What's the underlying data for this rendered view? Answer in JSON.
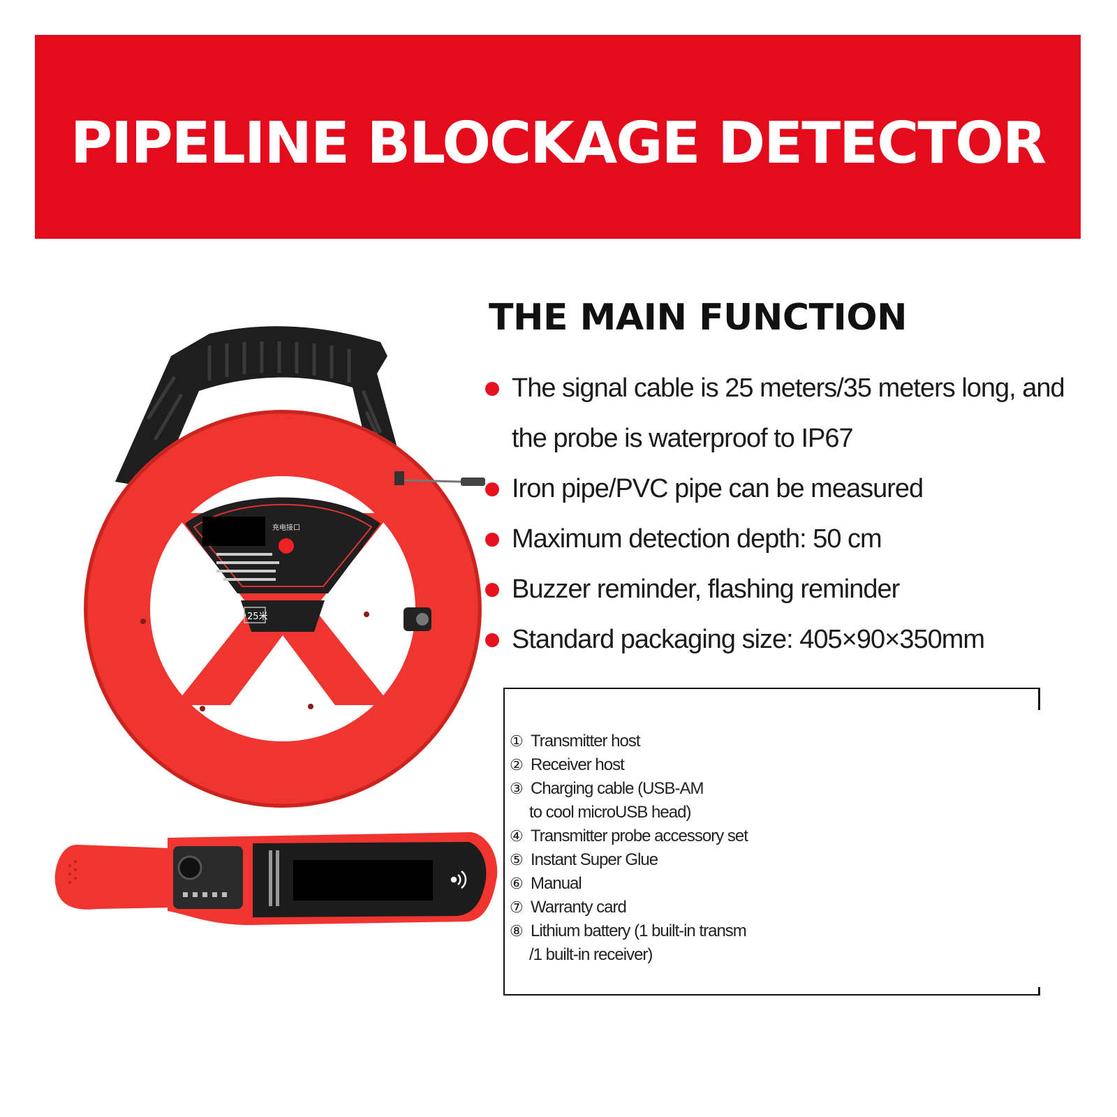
{
  "colors": {
    "banner_red": "#e30b1c",
    "bullet_red": "#e8111e",
    "device_red": "#f0342f",
    "handle_black": "#1e1e1e"
  },
  "banner": {
    "title": "PIPELINE BLOCKAGE DETECTOR"
  },
  "functions": {
    "title": "THE MAIN FUNCTION",
    "items": [
      {
        "text": "The signal cable is 25 meters/35 meters long, and the probe is waterproof to IP67"
      },
      {
        "text": "Iron pipe/PVC pipe can be measured"
      },
      {
        "text": "Maximum detection depth: 50 cm"
      },
      {
        "text": "Buzzer reminder, flashing reminder"
      },
      {
        "text": "Standard packaging size: 405×90×350mm"
      }
    ]
  },
  "package_list": {
    "items": [
      {
        "num": "①",
        "text": "Transmitter host"
      },
      {
        "num": "②",
        "text": "Receiver host"
      },
      {
        "num": "③",
        "text": "Charging cable (USB-AM",
        "cont": "to cool microUSB head)"
      },
      {
        "num": "④",
        "text": "Transmitter probe accessory set"
      },
      {
        "num": "⑤",
        "text": "Instant Super Glue"
      },
      {
        "num": "⑥",
        "text": "Manual"
      },
      {
        "num": "⑦",
        "text": "Warranty card"
      },
      {
        "num": "⑧",
        "text": "Lithium battery (1 built-in transm",
        "cont": "/1 built-in receiver)"
      }
    ]
  },
  "transmitter_reel": {
    "length_label": "25米",
    "port_label": "充电接口"
  },
  "product_images": {
    "receiver_icon": "signal-waves-icon"
  }
}
